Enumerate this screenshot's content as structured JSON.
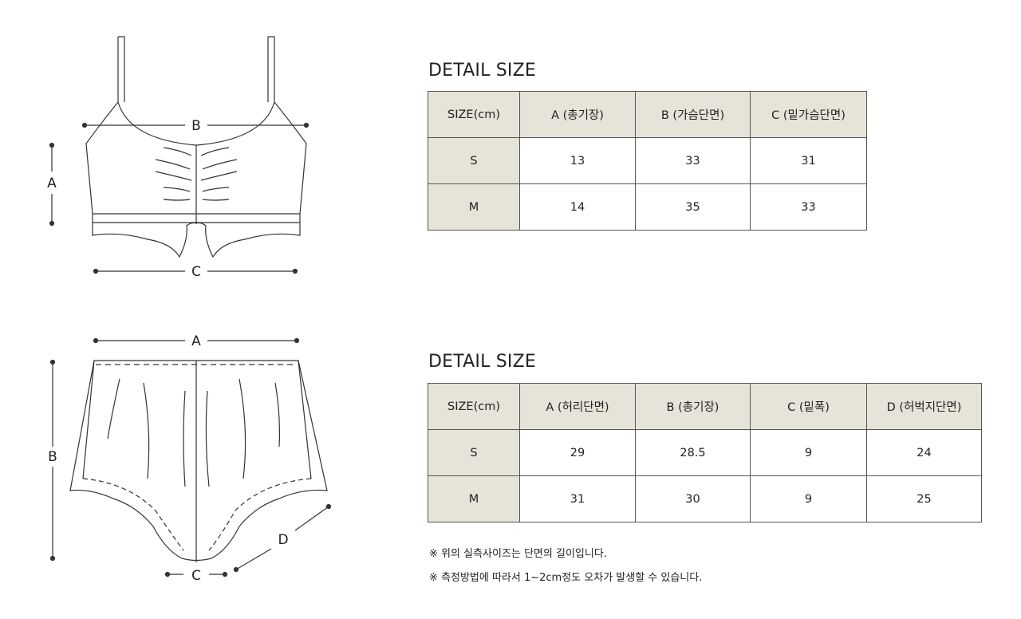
{
  "top": {
    "title": "DETAIL SIZE",
    "headers": [
      "SIZE(cm)",
      "A (총기장)",
      "B (가슴단면)",
      "C (밑가슴단면)"
    ],
    "rows": [
      [
        "S",
        "13",
        "33",
        "31"
      ],
      [
        "M",
        "14",
        "35",
        "33"
      ]
    ],
    "diagram_labels": {
      "a": "A",
      "b": "B",
      "c": "C"
    }
  },
  "bottom": {
    "title": "DETAIL SIZE",
    "headers": [
      "SIZE(cm)",
      "A (허리단면)",
      "B (총기장)",
      "C (밑폭)",
      "D (허벅지단면)"
    ],
    "rows": [
      [
        "S",
        "29",
        "28.5",
        "9",
        "24"
      ],
      [
        "M",
        "31",
        "30",
        "9",
        "25"
      ]
    ],
    "diagram_labels": {
      "a": "A",
      "b": "B",
      "c": "C",
      "d": "D"
    }
  },
  "notes": [
    "※ 위의 실측사이즈는 단면의 길이입니다.",
    "※ 측정방법에 따라서 1~2cm정도 오차가 발생할 수 있습니다."
  ],
  "colors": {
    "header_bg": "#e6e3d8",
    "line": "#555555"
  }
}
